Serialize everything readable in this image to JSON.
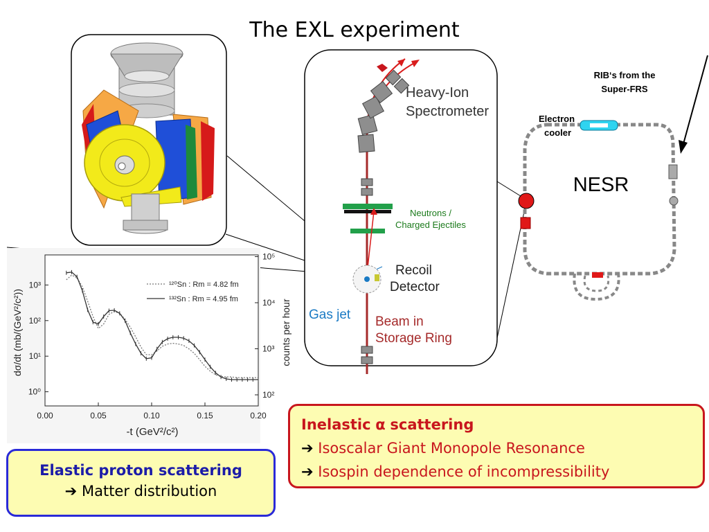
{
  "title": "The EXL experiment",
  "detector_diagram": {
    "heavy_ion_label": [
      "Heavy-Ion",
      "Spectrometer"
    ],
    "neutrons_label": [
      "Neutrons /",
      "Charged Ejectiles"
    ],
    "recoil_label": [
      "Recoil",
      "Detector"
    ],
    "gas_jet_label": "Gas jet",
    "beam_label": [
      "Beam in",
      "Storage Ring"
    ]
  },
  "ring_diagram": {
    "rib_label": [
      "RIB‘s from the",
      "Super-FRS"
    ],
    "cooler_label": [
      "Electron",
      "cooler"
    ],
    "nesr_label": "NESR"
  },
  "chart_data": {
    "type": "line",
    "xlabel": "-t (GeV²/c²)",
    "ylabel": "dσ/dt (mb/(GeV²/c²))",
    "y2label": "counts per hour",
    "xlim": [
      0.0,
      0.2
    ],
    "ylim": [
      0.4,
      7000
    ],
    "yscale": "log",
    "y2ticks": [
      "10²",
      "10³",
      "10⁴",
      "10⁵"
    ],
    "xticks": [
      "0.00",
      "0.05",
      "0.10",
      "0.15",
      "0.20"
    ],
    "yticks": [
      "10⁰",
      "10¹",
      "10²",
      "10³"
    ],
    "legend_position": "top-right",
    "series": [
      {
        "name": "¹²⁰Sn : Rm = 4.82 fm",
        "style": "dotted",
        "x": [
          0.02,
          0.025,
          0.03,
          0.035,
          0.04,
          0.045,
          0.05,
          0.055,
          0.06,
          0.065,
          0.07,
          0.075,
          0.08,
          0.085,
          0.09,
          0.095,
          0.1,
          0.105,
          0.11,
          0.115,
          0.12,
          0.125,
          0.13,
          0.135,
          0.14,
          0.145,
          0.15,
          0.155,
          0.16,
          0.165,
          0.17,
          0.175,
          0.18,
          0.185,
          0.19,
          0.195,
          0.2
        ],
        "y": [
          1400,
          1900,
          1600,
          900,
          350,
          130,
          60,
          80,
          150,
          180,
          160,
          110,
          65,
          35,
          18,
          11,
          11,
          14,
          19,
          22,
          23,
          22,
          20,
          16,
          12,
          8,
          5.2,
          3.8,
          3.0,
          2.7,
          2.6,
          2.6,
          2.5,
          2.5,
          2.5,
          2.5,
          2.5
        ]
      },
      {
        "name": "¹³²Sn : Rm = 4.95 fm",
        "style": "solid",
        "x": [
          0.02,
          0.025,
          0.03,
          0.035,
          0.04,
          0.045,
          0.05,
          0.055,
          0.06,
          0.065,
          0.07,
          0.075,
          0.08,
          0.085,
          0.09,
          0.095,
          0.1,
          0.105,
          0.11,
          0.115,
          0.12,
          0.125,
          0.13,
          0.135,
          0.14,
          0.145,
          0.15,
          0.155,
          0.16,
          0.165,
          0.17,
          0.175,
          0.18,
          0.185,
          0.19,
          0.195,
          0.2
        ],
        "y": [
          2200,
          2300,
          1700,
          700,
          200,
          90,
          80,
          130,
          190,
          195,
          160,
          100,
          45,
          22,
          12,
          8.5,
          9,
          16,
          25,
          31,
          34,
          34,
          32,
          27,
          20,
          13,
          8,
          5,
          3.4,
          2.6,
          2.3,
          2.2,
          2.2,
          2.2,
          2.2,
          2.2,
          2.2
        ]
      }
    ]
  },
  "box_elastic": {
    "line1": "Elastic proton scattering",
    "line2": "Matter distribution"
  },
  "box_inelastic": {
    "line1_a": "Inelastic",
    "line1_alpha": "α",
    "line1_b": "scattering",
    "line2": "Isoscalar Giant Monopole Resonance",
    "line3": "Isospin dependence of incompressibility"
  },
  "colors": {
    "red": "#c8161d",
    "blue": "#2a2ad8",
    "box_fill": "#fdfcb2",
    "beam": "#a52a2a",
    "gas_jet": "#1a7ac4"
  }
}
